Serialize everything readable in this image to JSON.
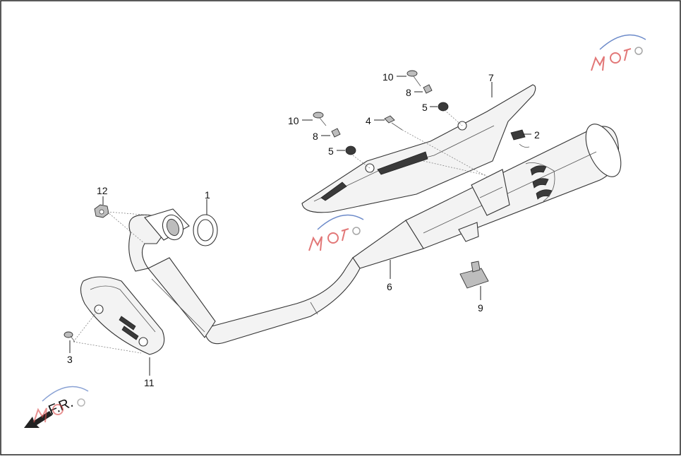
{
  "diagram": {
    "direction_label": "F.R.",
    "callouts": [
      {
        "id": "1",
        "text": "1"
      },
      {
        "id": "2",
        "text": "2"
      },
      {
        "id": "3",
        "text": "3"
      },
      {
        "id": "4",
        "text": "4"
      },
      {
        "id": "5a",
        "text": "5"
      },
      {
        "id": "5b",
        "text": "5"
      },
      {
        "id": "6",
        "text": "6"
      },
      {
        "id": "7",
        "text": "7"
      },
      {
        "id": "8a",
        "text": "8"
      },
      {
        "id": "8b",
        "text": "8"
      },
      {
        "id": "9",
        "text": "9"
      },
      {
        "id": "10a",
        "text": "10"
      },
      {
        "id": "10b",
        "text": "10"
      },
      {
        "id": "11",
        "text": "11"
      },
      {
        "id": "12",
        "text": "12"
      }
    ]
  },
  "colors": {
    "line": "#333333",
    "watermark_red": "#d94a4a",
    "watermark_blue": "#3b64b8"
  }
}
